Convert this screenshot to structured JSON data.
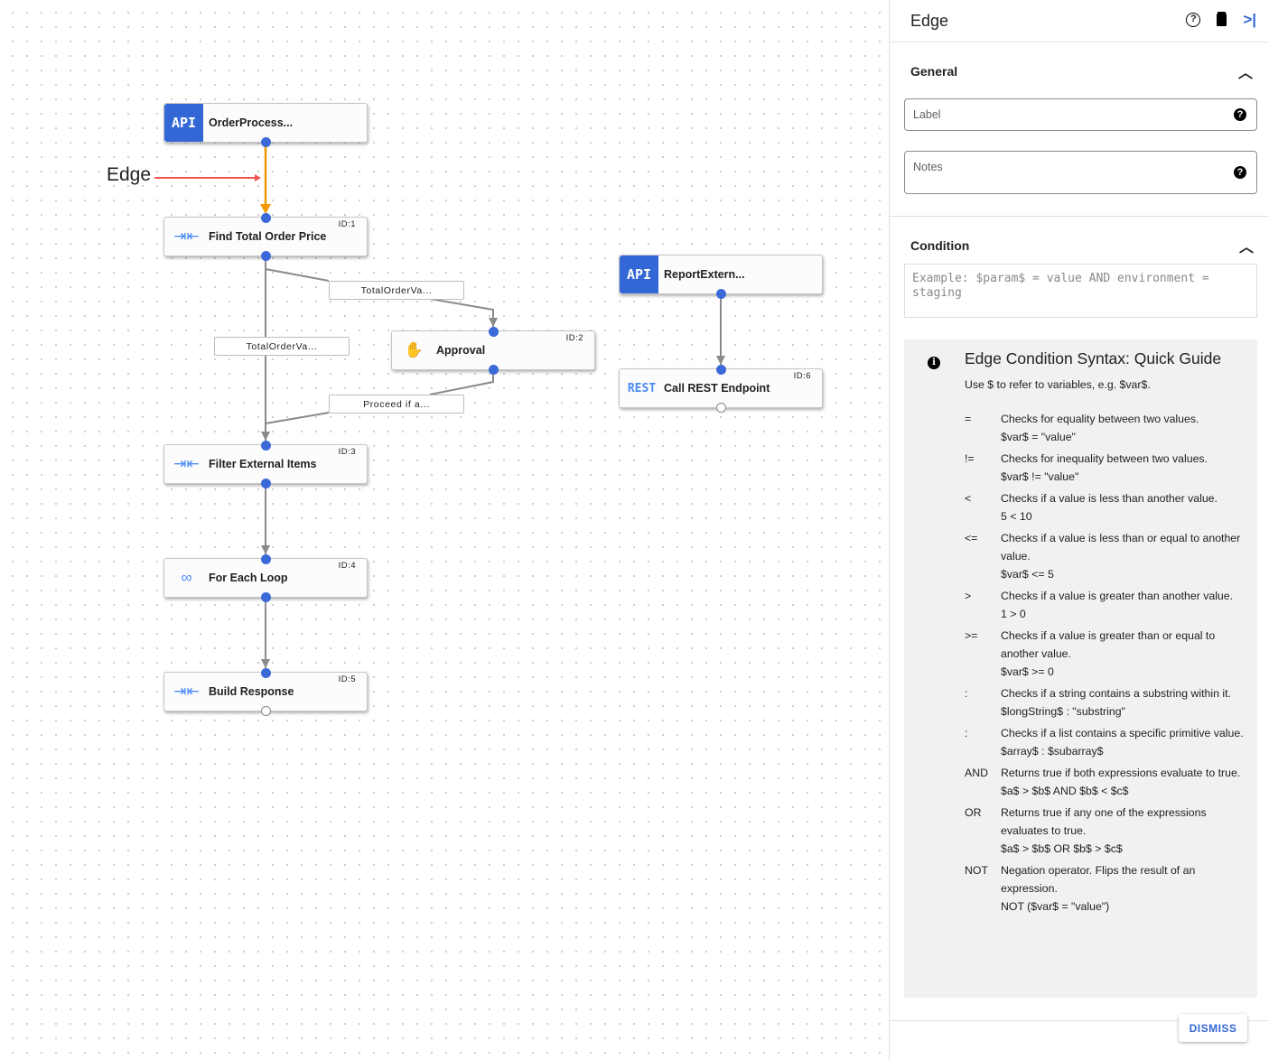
{
  "annotation": {
    "edge_label": "Edge"
  },
  "nodes": [
    {
      "title": "OrderProcess...",
      "type": "API",
      "id": ""
    },
    {
      "title": "Find Total Order Price",
      "type": "mapper",
      "id": "ID:1"
    },
    {
      "title": "Approval",
      "type": "approval",
      "id": "ID:2"
    },
    {
      "title": "Filter External Items",
      "type": "mapper",
      "id": "ID:3"
    },
    {
      "title": "For Each Loop",
      "type": "loop",
      "id": "ID:4"
    },
    {
      "title": "Build Response",
      "type": "mapper",
      "id": "ID:5"
    },
    {
      "title": "ReportExtern...",
      "type": "API",
      "id": ""
    },
    {
      "title": "Call REST Endpoint",
      "type": "REST",
      "id": "ID:6"
    }
  ],
  "edge_labels": [
    "TotalOrderVa...",
    "TotalOrderVa...",
    "Proceed if a..."
  ],
  "colors": {
    "selected_edge": "#f29900",
    "annotation_arrow": "#f4574b",
    "port": "#3b6ad8",
    "api_block": "#3367d6"
  },
  "panel": {
    "title": "Edge",
    "general": {
      "heading": "General",
      "label_placeholder": "Label",
      "notes_placeholder": "Notes"
    },
    "condition": {
      "heading": "Condition",
      "placeholder": "Example: $param$ = value AND environment = staging"
    },
    "guide": {
      "title": "Edge Condition Syntax: Quick Guide",
      "subtitle": "Use $ to refer to variables, e.g. $var$.",
      "rows": [
        {
          "op": "=",
          "desc": "Checks for equality between two values.",
          "example": "$var$ = \"value\""
        },
        {
          "op": "!=",
          "desc": "Checks for inequality between two values.",
          "example": "$var$ != \"value\""
        },
        {
          "op": "<",
          "desc": "Checks if a value is less than another value.",
          "example": "5 < 10"
        },
        {
          "op": "<=",
          "desc": "Checks if a value is less than or equal to another value.",
          "example": "$var$ <= 5"
        },
        {
          "op": ">",
          "desc": "Checks if a value is greater than another value.",
          "example": "1 > 0"
        },
        {
          "op": ">=",
          "desc": "Checks if a value is greater than or equal to another value.",
          "example": "$var$ >= 0"
        },
        {
          "op": ":",
          "desc": "Checks if a string contains a substring within it.",
          "example": "$longString$ : \"substring\""
        },
        {
          "op": ":",
          "desc": "Checks if a list contains a specific primitive value.",
          "example": "$array$ : $subarray$"
        },
        {
          "op": "AND",
          "desc": "Returns true if both expressions evaluate to true.",
          "example": "$a$ > $b$ AND $b$ < $c$"
        },
        {
          "op": "OR",
          "desc": "Returns true if any one of the expressions evaluates to true.",
          "example": "$a$ > $b$ OR $b$ > $c$"
        },
        {
          "op": "NOT",
          "desc": "Negation operator. Flips the result of an expression.",
          "example": "NOT ($var$ = \"value\")"
        }
      ]
    },
    "dismiss": "DISMISS"
  }
}
